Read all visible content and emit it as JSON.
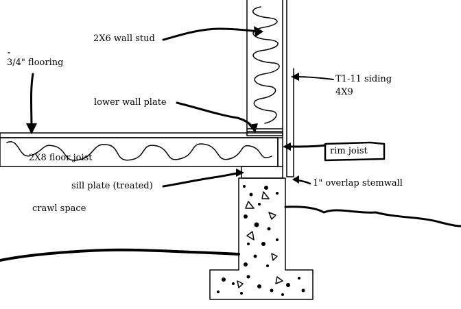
{
  "labels": {
    "wall_stud": "2X6 wall stud",
    "flooring": "3/4\" flooring",
    "lower_wall_plate": "lower wall plate",
    "t111_siding": "T1-11 siding",
    "siding_size": "4X9",
    "rim_joist": "rim joist",
    "floor_joist": "2X8 floor joist",
    "sill_plate": "sill plate (treated)",
    "overlap_stemwall": "1\" overlap stemwall",
    "crawl_space": "crawl space"
  },
  "colors": {
    "line": "#000000",
    "background": "#ffffff"
  }
}
